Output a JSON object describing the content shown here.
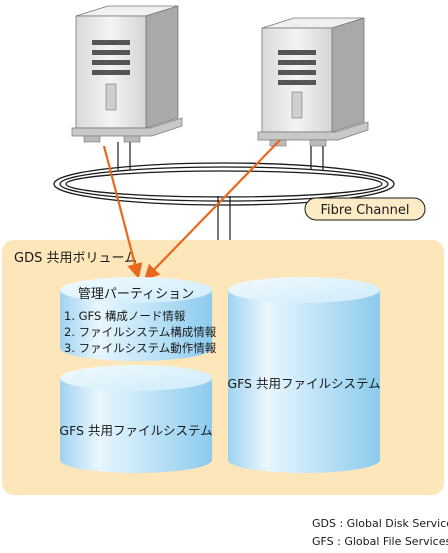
{
  "fibre_channel_label": "Fibre Channel",
  "gds_volume_label": "GDS 共用ボリューム",
  "management_partition": {
    "title": "管理パーティション",
    "items": [
      "1. GFS 構成ノード情報",
      "2. ファイルシステム構成情報",
      "3. ファイルシステム動作情報"
    ]
  },
  "left_filesystem_label": "GFS 共用ファイルシステム",
  "right_filesystem_label": "GFS 共用ファイルシステム",
  "legend": [
    "GDS : Global Disk Services",
    "GFS : Global File Services"
  ],
  "colors": {
    "panel": "#fde6b9",
    "cylinder_top": "#dff2fd",
    "cylinder_body": "#b9e1f7",
    "arrow": "#e8681e",
    "server_face": "#e6e6e6",
    "label_bg": "#fdebc5"
  }
}
